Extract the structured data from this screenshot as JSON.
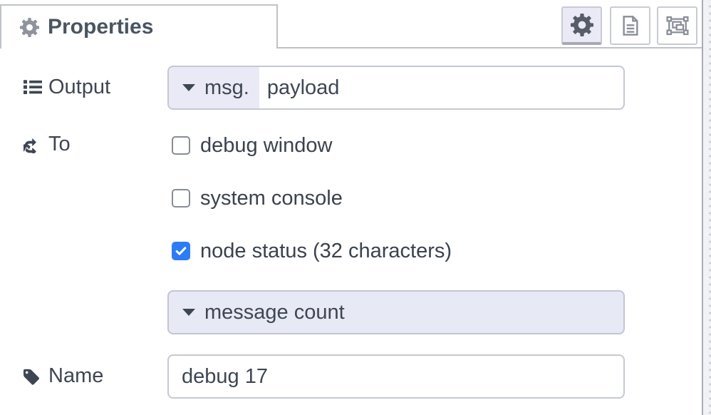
{
  "tab": {
    "title": "Properties"
  },
  "toolbar": {
    "properties_button": {
      "icon": "gear-icon",
      "active": true
    },
    "description_button": {
      "icon": "document-icon",
      "active": false
    },
    "appearance_button": {
      "icon": "object-group-icon",
      "active": false
    }
  },
  "form": {
    "output": {
      "label": "Output",
      "type_prefix": "msg.",
      "value": "payload"
    },
    "to": {
      "label": "To",
      "options": [
        {
          "label": "debug window",
          "checked": false
        },
        {
          "label": "system console",
          "checked": false
        },
        {
          "label": "node status (32 characters)",
          "checked": true
        }
      ]
    },
    "status_type": {
      "value": "message count"
    },
    "name": {
      "label": "Name",
      "value": "debug 17"
    }
  },
  "colors": {
    "accent_blue": "#2e7bf6",
    "lavender": "#e9eaf6",
    "field_border": "#c5c7d4",
    "tab_border": "#bfc1cb",
    "text": "#3e4653"
  }
}
